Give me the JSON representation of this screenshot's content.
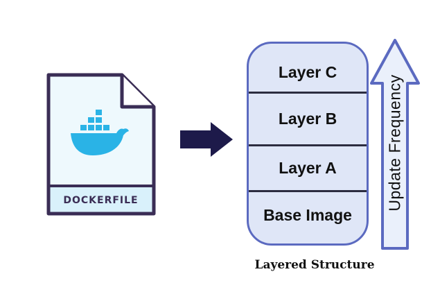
{
  "dockerfile": {
    "label": "DOCKERFILE",
    "icon": "docker-whale-icon",
    "colors": {
      "border": "#3a2d55",
      "fill": "#eef9fd",
      "label_band": "#d9f1fb",
      "whale": "#2ab3e6"
    }
  },
  "arrow": {
    "icon": "right-arrow-icon",
    "color": "#1d1a4a"
  },
  "stack": {
    "layers": [
      "Layer C",
      "Layer B",
      "Layer A",
      "Base Image"
    ],
    "colors": {
      "border": "#5b6ac0",
      "fill": "#dfe6f7",
      "divider": "#2c2c40"
    }
  },
  "update_arrow": {
    "label": "Update Frequency",
    "icon": "up-arrow-icon",
    "colors": {
      "border": "#5b6ac0",
      "fill": "#eaf0fb"
    }
  },
  "caption": "Layered Structure"
}
